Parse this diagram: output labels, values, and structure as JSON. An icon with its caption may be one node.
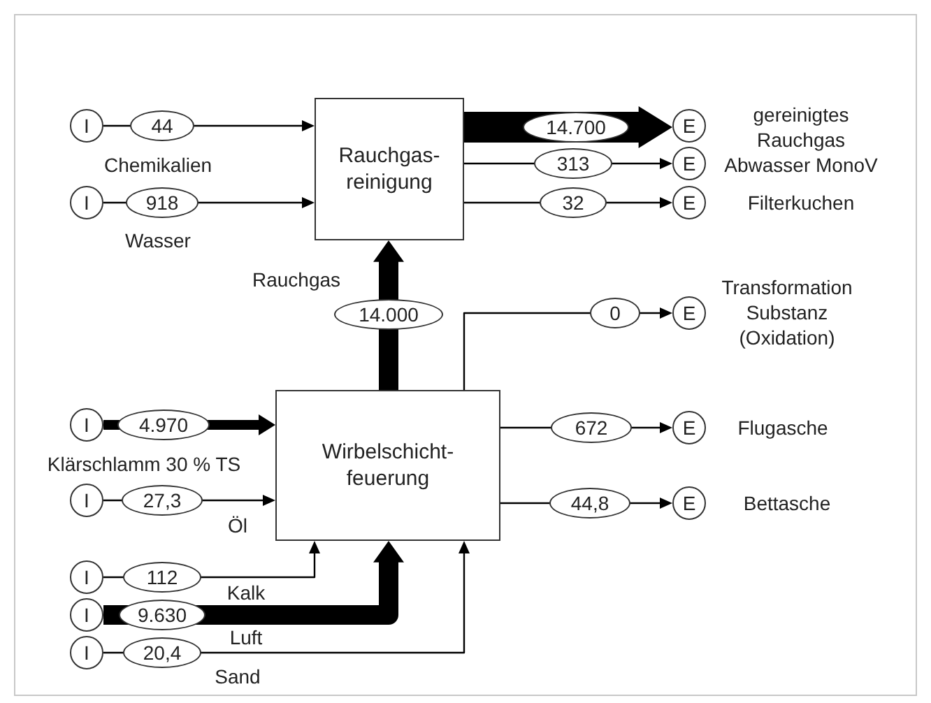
{
  "diagram": {
    "nodes": [
      {
        "text": [
          "I"
        ],
        "beside": [
          "Chemikalien"
        ]
      },
      {
        "text": [
          "Rauchgas-reinigung"
        ]
      },
      {
        "text": [
          "E"
        ],
        "beside": [
          "gereinigtes Rauchgas"
        ]
      },
      {
        "text": [
          "E"
        ],
        "beside": [
          "Abwasser MonoV"
        ]
      },
      {
        "text": [
          "I"
        ],
        "beside": [
          "Wasser"
        ]
      },
      {
        "text": [
          "E"
        ],
        "beside": [
          "Filterkuchen"
        ]
      },
      {
        "text": [
          "E"
        ],
        "beside": [
          "Transformation Substanz (Oxidation)"
        ]
      },
      {
        "text": [
          "I"
        ],
        "beside": [
          "Klärschlamm 30 % TS"
        ]
      },
      {
        "text": [
          "Wirbelschicht-feuerung"
        ]
      },
      {
        "text": [
          "E"
        ],
        "beside": [
          "Flugasche"
        ]
      },
      {
        "text": [
          "I"
        ]
      },
      {
        "text": [
          "E"
        ],
        "beside": [
          "Bettasche"
        ]
      },
      {
        "text": [
          "I"
        ]
      },
      {
        "text": [
          "I"
        ]
      },
      {
        "text": [
          "I"
        ]
      }
    ],
    "edges": [
      {
        "from": 0,
        "to": 1,
        "arrow": "to",
        "label": "44"
      },
      {
        "from": 4,
        "to": 1,
        "arrow": "to",
        "label": "918"
      },
      {
        "from": 8,
        "to": 1,
        "arrow": "to",
        "label": "14.000",
        "style": "thick"
      },
      {
        "from": 1,
        "to": 2,
        "arrow": "to",
        "label": "14.700",
        "style": "thick"
      },
      {
        "from": 1,
        "to": 3,
        "arrow": "to",
        "label": "313"
      },
      {
        "from": 1,
        "to": 5,
        "arrow": "to",
        "label": "32"
      },
      {
        "from": 8,
        "to": 6,
        "arrow": "to",
        "label": "0"
      },
      {
        "from": 7,
        "to": 8,
        "arrow": "to",
        "label": "4.970",
        "style": "thick"
      },
      {
        "from": 10,
        "to": 8,
        "arrow": "to",
        "label": "27,3"
      },
      {
        "from": 8,
        "to": 9,
        "arrow": "to",
        "label": "672"
      },
      {
        "from": 8,
        "to": 11,
        "arrow": "to",
        "label": "44,8"
      },
      {
        "from": 12,
        "to": 8,
        "arrow": "to",
        "label": "112"
      },
      {
        "from": 13,
        "to": 8,
        "arrow": "to",
        "label": "9.630",
        "style": "thick"
      },
      {
        "from": 14,
        "to": 8,
        "arrow": "to",
        "label": "20,4"
      }
    ],
    "labels": [
      "Rauchgas",
      "Öl",
      "Kalk",
      "Luft",
      "Sand"
    ]
  }
}
